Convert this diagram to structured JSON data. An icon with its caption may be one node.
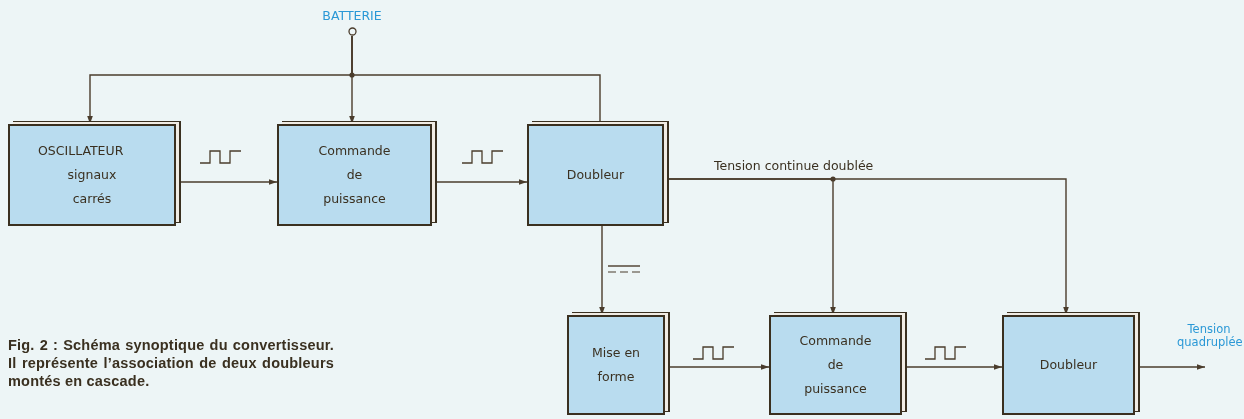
{
  "diagram": {
    "nodes": [
      {
        "text": [
          "BATTERIE"
        ]
      },
      {
        "text": [
          "OSCILLATEUR",
          "signaux carrés"
        ]
      },
      {
        "text": [
          "Commande de puissance"
        ]
      },
      {
        "text": [
          "Doubleur"
        ]
      },
      {
        "text": [
          "Mise en forme"
        ]
      },
      {
        "text": [
          "Commande de puissance"
        ]
      },
      {
        "text": [
          "Doubleur"
        ]
      }
    ],
    "edges": [
      {
        "from": 0,
        "to": 1,
        "arrow": "to"
      },
      {
        "from": 0,
        "to": 2,
        "arrow": "to"
      },
      {
        "from": 0,
        "to": 3,
        "arrow": "none"
      },
      {
        "from": 1,
        "to": 2,
        "arrow": "to"
      },
      {
        "from": 2,
        "to": 3,
        "arrow": "to"
      },
      {
        "from": 3,
        "to": 4,
        "arrow": "to"
      },
      {
        "from": 3,
        "to": 5,
        "arrow": "to",
        "label": "Tension continue doublée"
      },
      {
        "from": 3,
        "to": 6,
        "arrow": "to"
      },
      {
        "from": 4,
        "to": 5,
        "arrow": "to"
      },
      {
        "from": 5,
        "to": 6,
        "arrow": "to"
      },
      {
        "from": 6,
        "to": null,
        "arrow": "to",
        "label": "Tension quadruplée"
      }
    ],
    "caption": "Fig. 2 : Schéma synoptique du convertisseur. Il représente l’association de deux doubleurs montés en cascade."
  }
}
